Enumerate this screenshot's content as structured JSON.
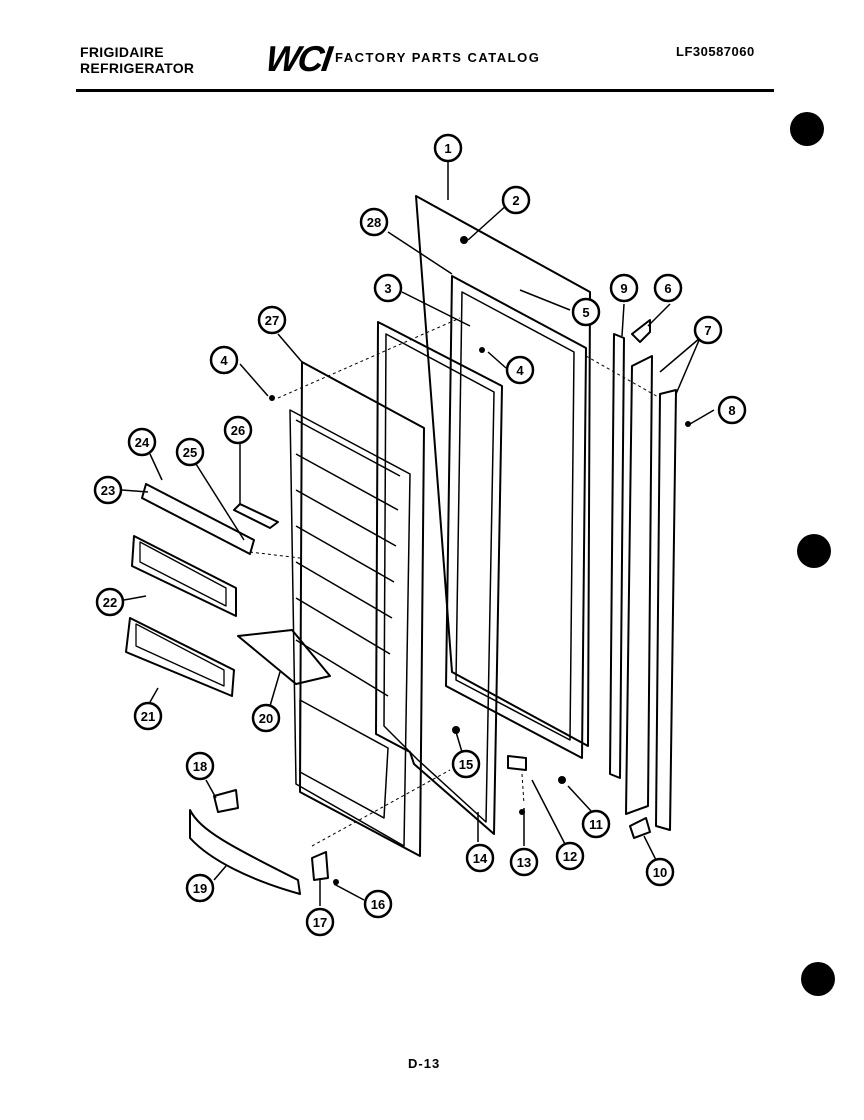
{
  "header": {
    "brand_line1": "FRIGIDAIRE",
    "brand_line2": "REFRIGERATOR",
    "logo_text": "WCI",
    "catalog_title": "FACTORY PARTS CATALOG",
    "model_number": "LF30587060"
  },
  "footer": {
    "page_label": "D-13"
  },
  "callouts": [
    "1",
    "2",
    "3",
    "4",
    "4",
    "5",
    "6",
    "7",
    "8",
    "9",
    "10",
    "11",
    "12",
    "13",
    "14",
    "15",
    "16",
    "17",
    "18",
    "19",
    "20",
    "21",
    "22",
    "23",
    "24",
    "25",
    "26",
    "27",
    "28"
  ]
}
